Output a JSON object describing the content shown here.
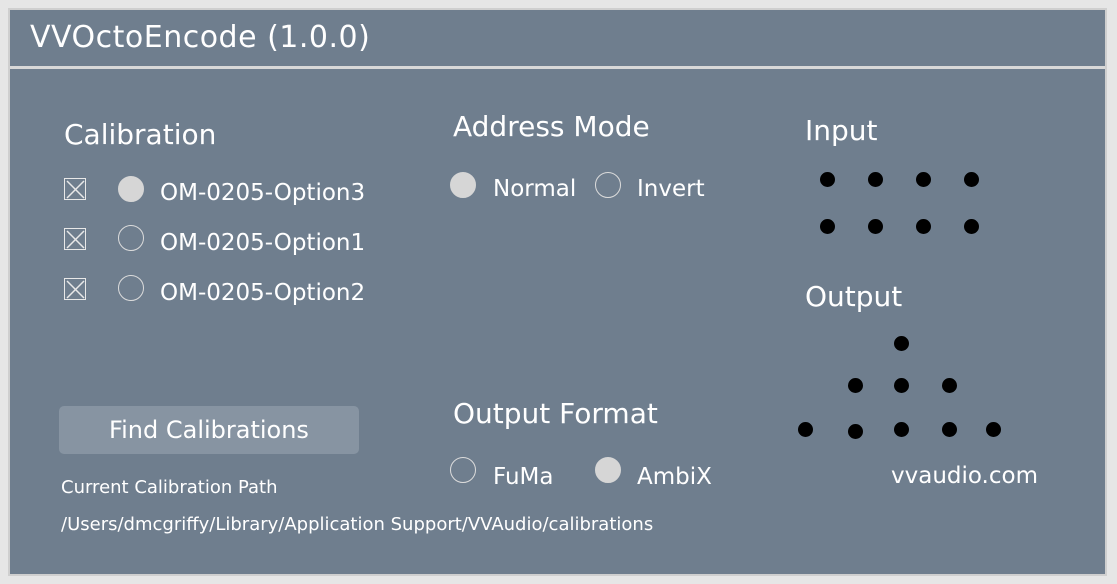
{
  "window": {
    "title": "VVOctoEncode (1.0.0)"
  },
  "calibration": {
    "heading": "Calibration",
    "items": [
      {
        "label": "OM-0205-Option3",
        "checked": true,
        "selected": true
      },
      {
        "label": "OM-0205-Option1",
        "checked": true,
        "selected": false
      },
      {
        "label": "OM-0205-Option2",
        "checked": true,
        "selected": false
      }
    ],
    "find_button": "Find Calibrations",
    "path_label": "Current Calibration Path",
    "path_value": "/Users/dmcgriffy/Library/Application Support/VVAudio/calibrations"
  },
  "address_mode": {
    "heading": "Address Mode",
    "options": [
      {
        "label": "Normal",
        "selected": true
      },
      {
        "label": "Invert",
        "selected": false
      }
    ]
  },
  "output_format": {
    "heading": "Output Format",
    "options": [
      {
        "label": "FuMa",
        "selected": false
      },
      {
        "label": "AmbiX",
        "selected": true
      }
    ]
  },
  "input": {
    "heading": "Input",
    "indicator_count": 8
  },
  "output": {
    "heading": "Output",
    "indicator_count": 9
  },
  "footer": {
    "website": "vvaudio.com"
  }
}
